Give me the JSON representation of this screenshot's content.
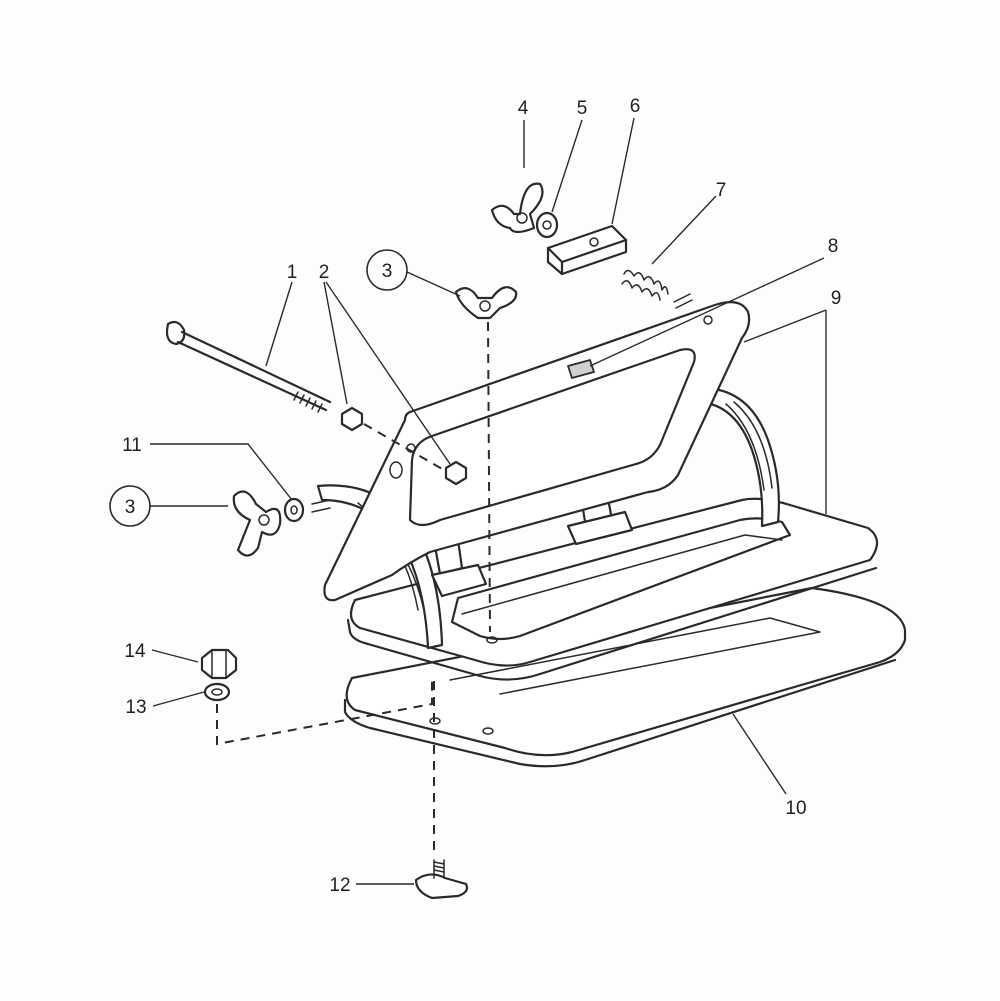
{
  "diagram": {
    "callouts": [
      {
        "id": "c1",
        "text": "1"
      },
      {
        "id": "c2",
        "text": "2"
      },
      {
        "id": "c3a",
        "text": "3"
      },
      {
        "id": "c3b",
        "text": "3"
      },
      {
        "id": "c4",
        "text": "4"
      },
      {
        "id": "c5",
        "text": "5"
      },
      {
        "id": "c6",
        "text": "6"
      },
      {
        "id": "c7",
        "text": "7"
      },
      {
        "id": "c8",
        "text": "8"
      },
      {
        "id": "c9",
        "text": "9"
      },
      {
        "id": "c10",
        "text": "10"
      },
      {
        "id": "c11",
        "text": "11"
      },
      {
        "id": "c12",
        "text": "12"
      },
      {
        "id": "c13",
        "text": "13"
      },
      {
        "id": "c14",
        "text": "14"
      }
    ]
  }
}
